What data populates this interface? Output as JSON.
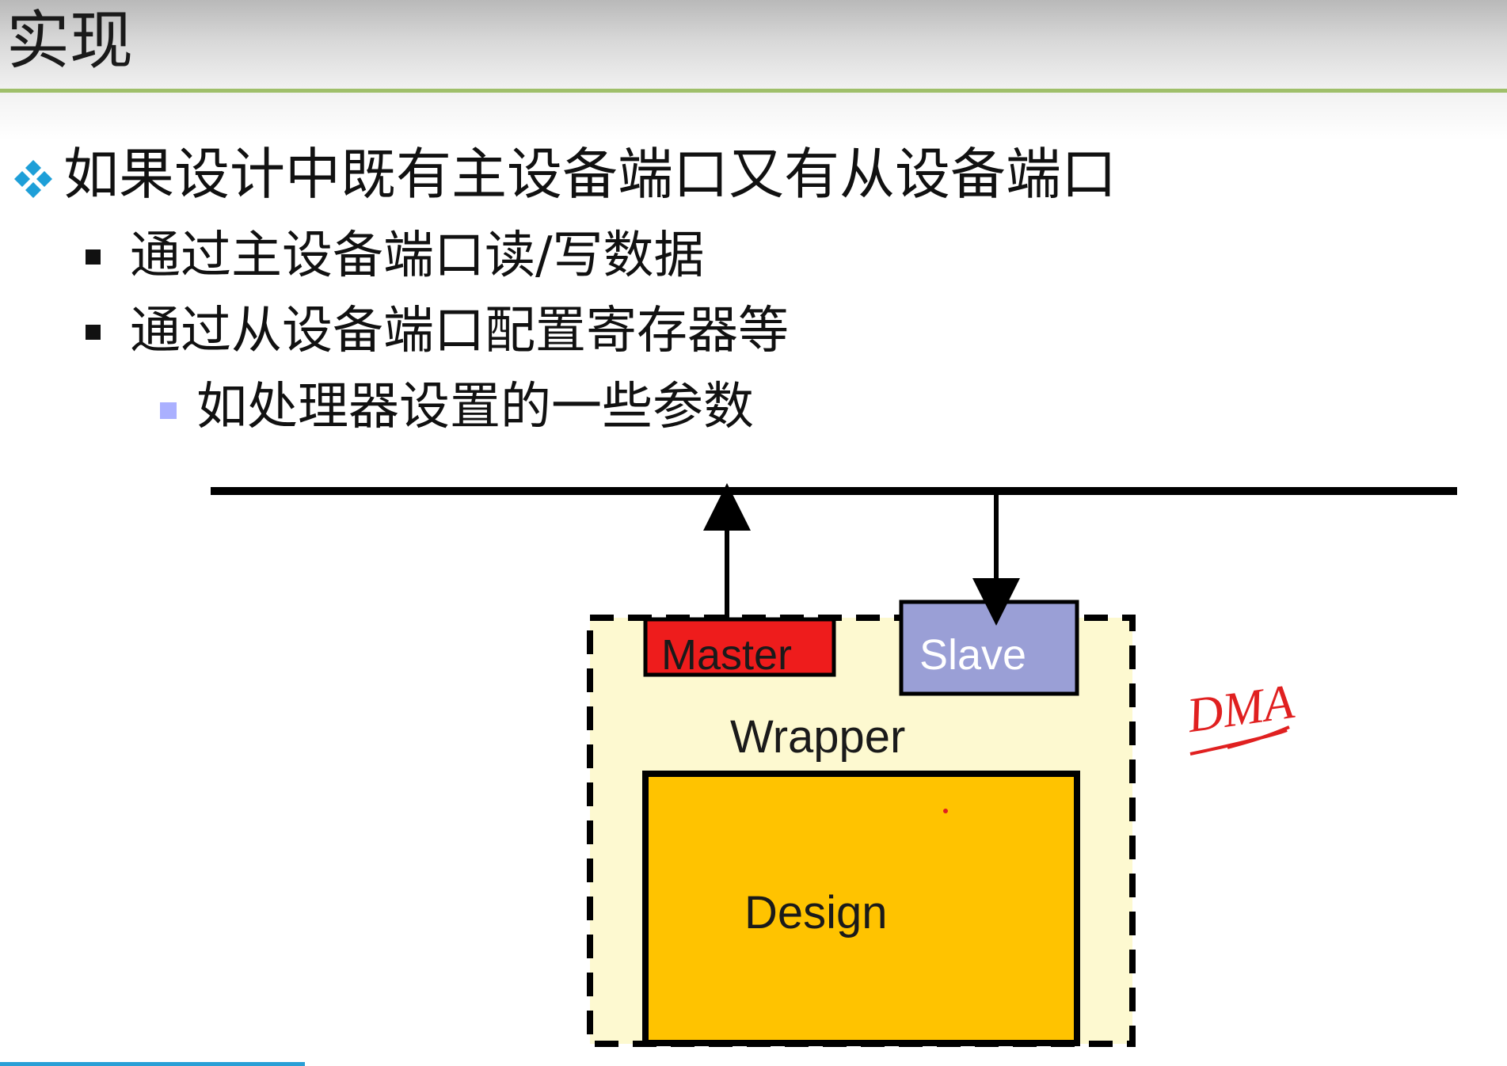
{
  "slide": {
    "title": "实现",
    "bullets": [
      {
        "level": 1,
        "text": "如果设计中既有主设备端口又有从设备端口"
      },
      {
        "level": 2,
        "text": "通过主设备端口读/写数据"
      },
      {
        "level": 2,
        "text": "通过从设备端口配置寄存器等"
      },
      {
        "level": 3,
        "text": "如处理器设置的一些参数"
      }
    ]
  },
  "diagram": {
    "master_label": "Master",
    "slave_label": "Slave",
    "wrapper_label": "Wrapper",
    "design_label": "Design",
    "annotation": "DMA",
    "colors": {
      "master": "#ee1c1c",
      "slave": "#9a9fd6",
      "wrapper": "#fdf9d0",
      "design": "#ffc300",
      "annotation": "#e02020",
      "bullet1": "#1e9fd8",
      "bullet3": "#aab0ff"
    },
    "icons": {
      "level1_bullet": "four-diamond-icon",
      "level2_bullet": "black-square-icon",
      "level3_bullet": "light-blue-square-icon"
    }
  }
}
